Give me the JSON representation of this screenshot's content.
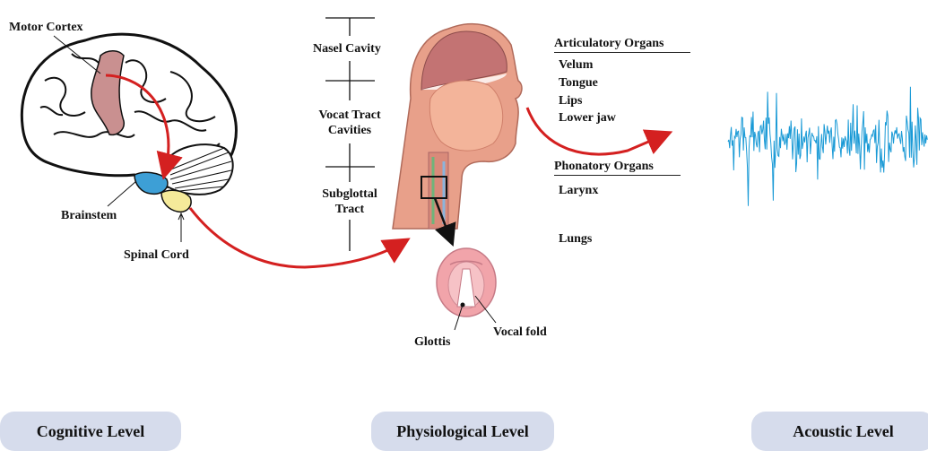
{
  "cognitive": {
    "motor_cortex": "Motor Cortex",
    "brainstem": "Brainstem",
    "spinal_cord": "Spinal Cord"
  },
  "tract": {
    "nasal_cavity": "Nasel Cavity",
    "vocal_tract_line1": "Vocat Tract",
    "vocal_tract_line2": "Cavities",
    "subglottal_line1": "Subglottal",
    "subglottal_line2": "Tract"
  },
  "organs": {
    "articulatory_header": "Articulatory Organs",
    "articulatory_items": [
      "Velum",
      "Tongue",
      "Lips",
      "Lower jaw"
    ],
    "phonatory_header": "Phonatory Organs",
    "larynx": "Larynx",
    "lungs": "Lungs"
  },
  "glottis": {
    "glottis": "Glottis",
    "vocal_fold": "Vocal fold"
  },
  "levels": {
    "cognitive": "Cognitive Level",
    "physiological": "Physiological Level",
    "acoustic": "Acoustic Level"
  },
  "colors": {
    "arrow": "#d42020",
    "waveform": "#1a9ad6",
    "pill": "#d6dcec",
    "motor_cortex": "#c99090",
    "brainstem": "#3d9fd6",
    "spinal_cord": "#f5ea9a"
  }
}
